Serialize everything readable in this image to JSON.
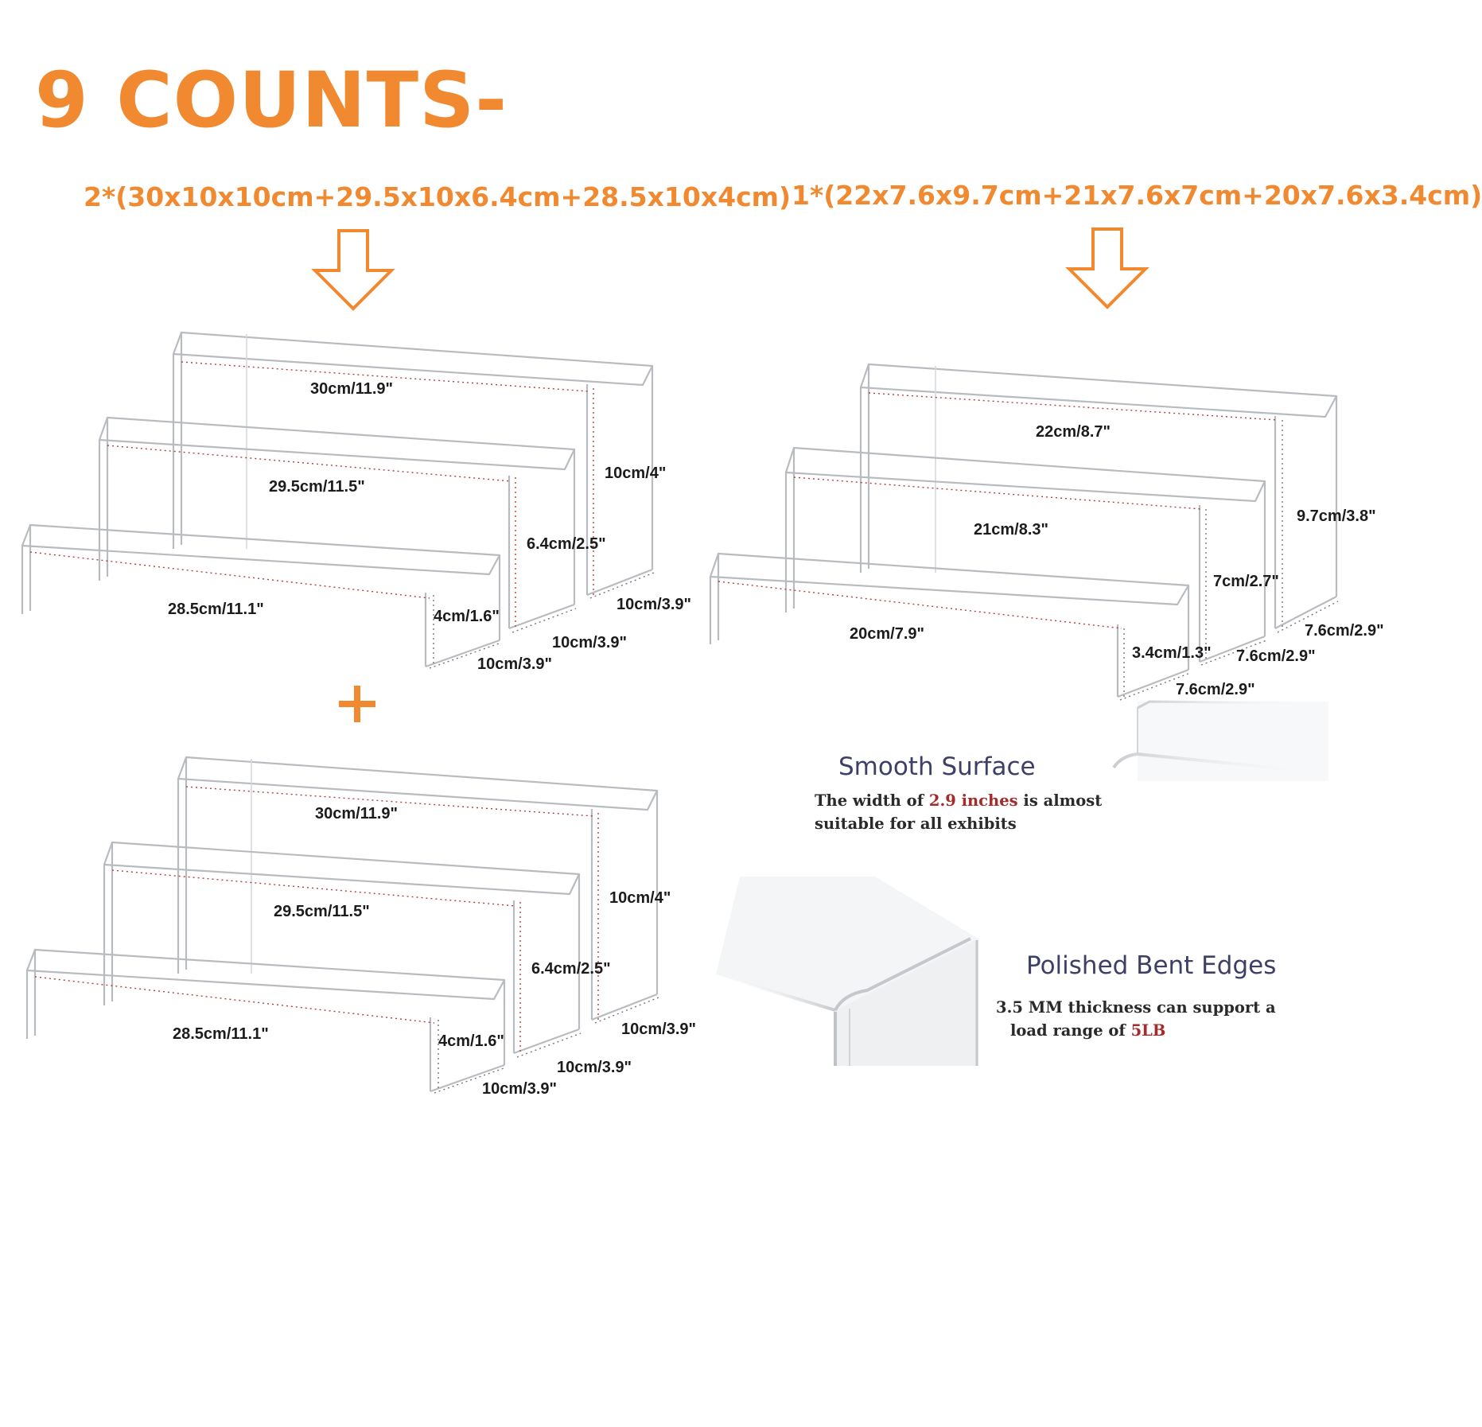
{
  "headline": "9 COUNTS-",
  "set_large": {
    "formula": "2*(30x10x10cm+29.5x10x6.4cm+28.5x10x4cm)",
    "dims": {
      "top_width": "30cm/11.9\"",
      "top_height": "10cm/4\"",
      "top_depth": "10cm/3.9\"",
      "mid_width": "29.5cm/11.5\"",
      "mid_height": "6.4cm/2.5\"",
      "mid_depth": "10cm/3.9\"",
      "low_width": "28.5cm/11.1\"",
      "low_height": "4cm/1.6\"",
      "low_depth": "10cm/3.9\""
    }
  },
  "set_small": {
    "formula": "1*(22x7.6x9.7cm+21x7.6x7cm+20x7.6x3.4cm)",
    "dims": {
      "top_width": "22cm/8.7\"",
      "top_height": "9.7cm/3.8\"",
      "top_depth": "7.6cm/2.9\"",
      "mid_width": "21cm/8.3\"",
      "mid_height": "7cm/2.7\"",
      "mid_depth": "7.6cm/2.9\"",
      "low_width": "20cm/7.9\"",
      "low_height": "3.4cm/1.3\"",
      "low_depth": "7.6cm/2.9\""
    }
  },
  "plus_sign": "+",
  "feature_smooth": {
    "title": "Smooth Surface",
    "line1_pre": "The width of ",
    "line1_hl": "2.9 inches",
    "line1_post": " is almost",
    "line2": "suitable for all exhibits"
  },
  "feature_edges": {
    "title": "Polished Bent Edges",
    "line1": "3.5 MM thickness can support a",
    "line2_pre": "load range of ",
    "line2_hl": "5LB"
  },
  "colors": {
    "accent_orange": "#f0892f",
    "feature_title": "#3e3f66",
    "highlight_red": "#a52a2a"
  }
}
